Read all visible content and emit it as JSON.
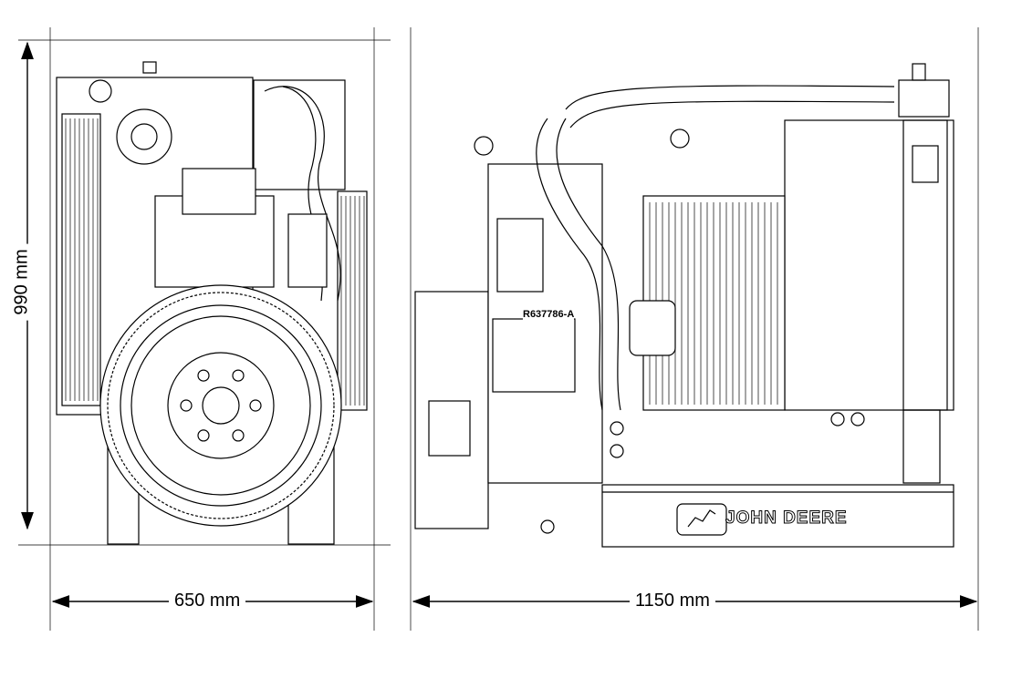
{
  "dimensions": {
    "height_label": "990 mm",
    "front_width_label": "650 mm",
    "side_length_label": "1150 mm"
  },
  "labels": {
    "part_number": "R637786-A",
    "brand": "JOHN DEERE"
  }
}
